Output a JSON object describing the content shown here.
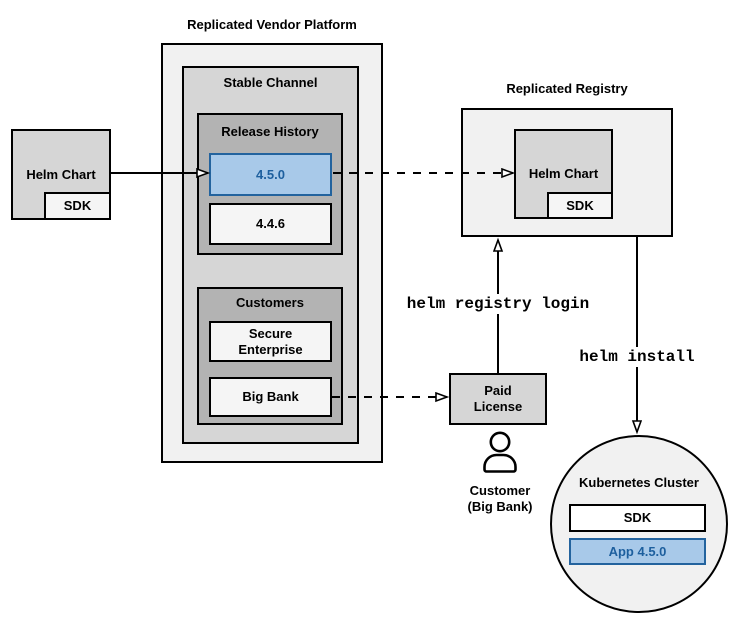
{
  "colors": {
    "highlight_fill": "#a8c9e9",
    "highlight_border": "#23639e",
    "highlight_text": "#1d5f9e",
    "container_fill": "#f1f1f1",
    "mid_gray_fill": "#d6d6d6",
    "dark_gray_fill": "#b3b3b3",
    "item_fill": "#f5f5f5",
    "line_color": "#000000"
  },
  "vendor_platform": {
    "title": "Replicated Vendor Platform",
    "stable_channel": {
      "title": "Stable Channel",
      "release_history": {
        "title": "Release History",
        "releases": [
          {
            "version": "4.5.0",
            "highlighted": true
          },
          {
            "version": "4.4.6",
            "highlighted": false
          }
        ]
      },
      "customers": {
        "title": "Customers",
        "items": [
          {
            "name": "Secure Enterprise"
          },
          {
            "name": "Big Bank"
          }
        ]
      }
    }
  },
  "source_chart": {
    "label": "Helm Chart",
    "sdk": "SDK"
  },
  "registry": {
    "title": "Replicated Registry",
    "helm_chart": "Helm Chart",
    "sdk": "SDK"
  },
  "paid_license": {
    "label": "Paid License"
  },
  "customer": {
    "name": "Customer",
    "company": "(Big Bank)"
  },
  "commands": {
    "login": "helm registry login",
    "install": "helm install"
  },
  "kubernetes_cluster": {
    "title": "Kubernetes Cluster",
    "sdk": "SDK",
    "app": "App 4.5.0"
  }
}
